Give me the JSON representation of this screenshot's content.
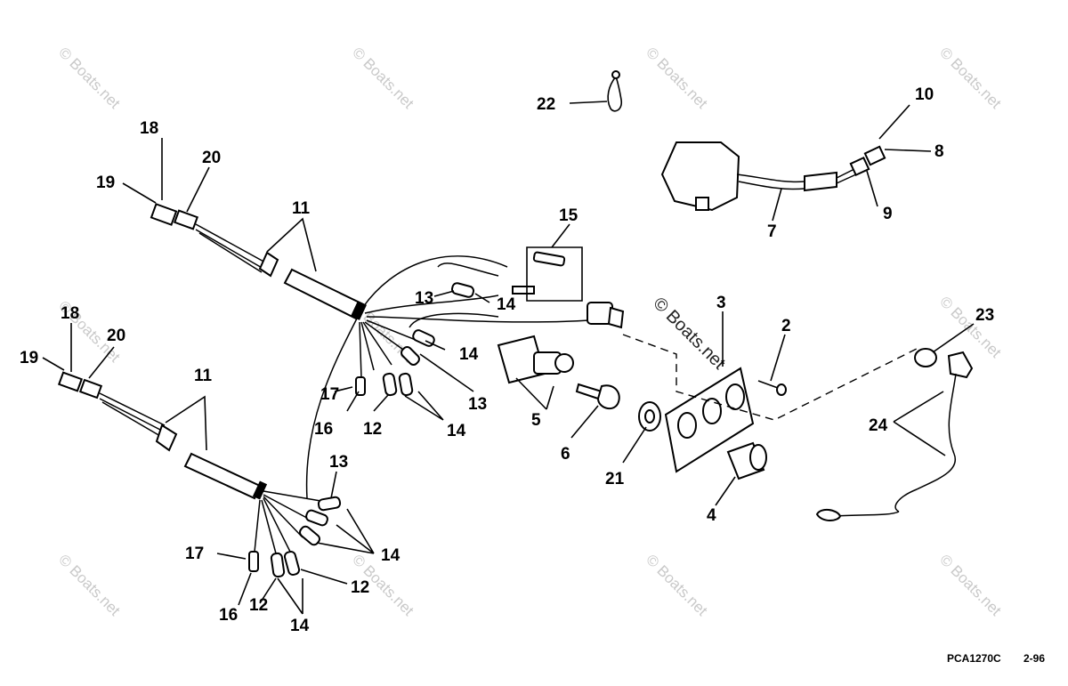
{
  "diagram": {
    "watermark_text": "© Boats.net",
    "callouts": {
      "c2": "2",
      "c3": "3",
      "c4": "4",
      "c5": "5",
      "c6": "6",
      "c7": "7",
      "c8": "8",
      "c9": "9",
      "c10": "10",
      "c11a": "11",
      "c11b": "11",
      "c12a": "12",
      "c12b": "12",
      "c12c": "12",
      "c13a": "13",
      "c13b": "13",
      "c13c": "13",
      "c14a": "14",
      "c14b": "14",
      "c14c": "14",
      "c14d": "14",
      "c14e": "14",
      "c15": "15",
      "c16a": "16",
      "c16b": "16",
      "c17a": "17",
      "c17b": "17",
      "c18a": "18",
      "c18b": "18",
      "c19a": "19",
      "c19b": "19",
      "c20a": "20",
      "c20b": "20",
      "c21": "21",
      "c22": "22",
      "c23": "23",
      "c24": "24"
    },
    "drawing_ref": "PCA1270C",
    "page_ref": "2-96"
  }
}
